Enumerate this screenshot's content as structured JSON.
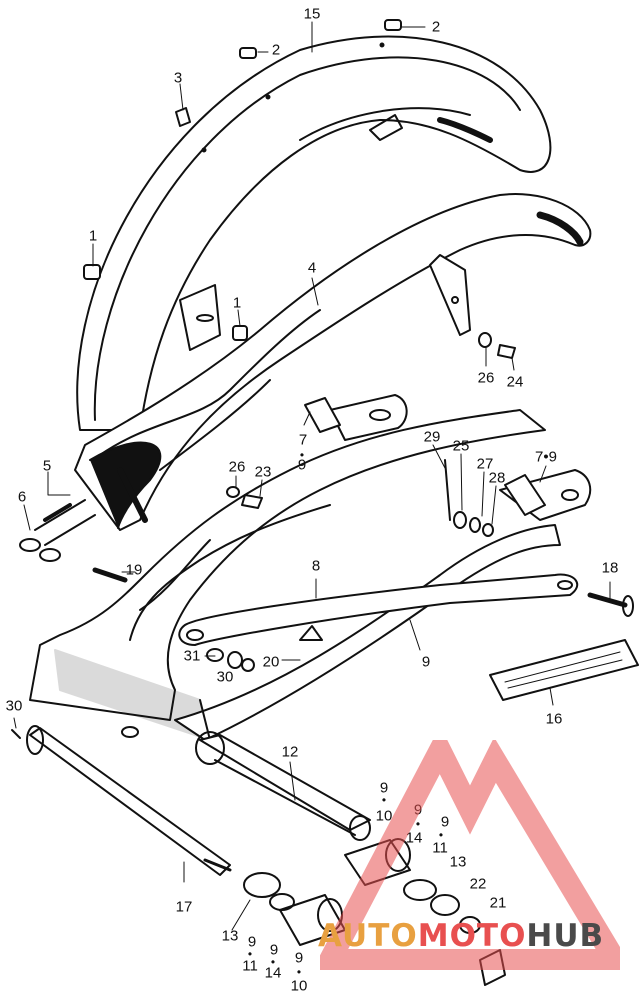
{
  "callouts": {
    "c15": "15",
    "c2a": "2",
    "c2b": "2",
    "c3": "3",
    "c1a": "1",
    "c1b": "1",
    "c4": "4",
    "c5": "5",
    "c6": "6",
    "c26a": "26",
    "c24": "24",
    "c7a": "7",
    "c9a": "9",
    "c26b": "26",
    "c23": "23",
    "c29": "29",
    "c25": "25",
    "c27": "27",
    "c28": "28",
    "c79": "7•9",
    "c19": "19",
    "c18": "18",
    "c8": "8",
    "c31": "31",
    "c20": "20",
    "c30a": "30",
    "c9b": "9",
    "c16": "16",
    "c30b": "30",
    "c12": "12",
    "c9c": "9",
    "c10a": "10",
    "c9d": "9",
    "c14a": "14",
    "c9e": "9",
    "c11a": "11",
    "c13a": "13",
    "c22": "22",
    "c21": "21",
    "c17": "17",
    "c13b": "13",
    "c9f": "9",
    "c11b": "11",
    "c9g": "9",
    "c14b": "14",
    "c9h": "9",
    "c10b": "10"
  },
  "watermark": {
    "auto": "AUTO",
    "moto": "MOTO",
    "hub": "HUB",
    "color_primary": "#e85050",
    "color_secondary": "#e8a040"
  },
  "colors": {
    "line": "#111111",
    "fill": "#ffffff",
    "shade": "#111111"
  }
}
